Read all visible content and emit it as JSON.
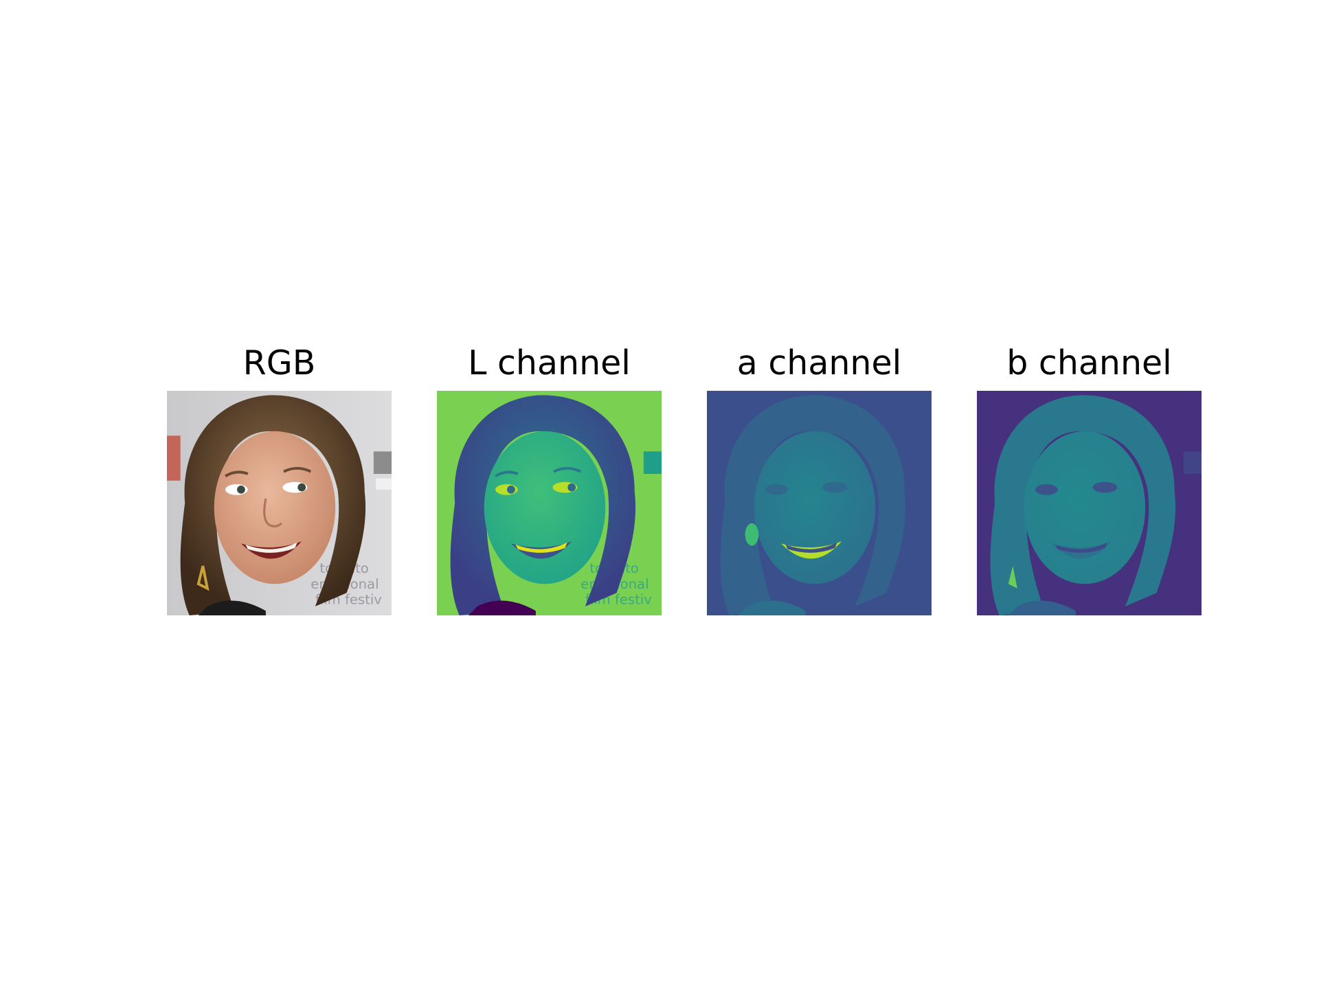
{
  "figure": {
    "panels": [
      {
        "title": "RGB",
        "image": "rgb-portrait",
        "colormap": "rgb"
      },
      {
        "title": "L channel",
        "image": "lightness-channel-portrait",
        "colormap": "viridis"
      },
      {
        "title": "a channel",
        "image": "a-chroma-channel-portrait",
        "colormap": "viridis"
      },
      {
        "title": "b channel",
        "image": "b-chroma-channel-portrait",
        "colormap": "viridis"
      }
    ],
    "palette": {
      "background": "#ffffff",
      "title_text": "#000000",
      "viridis_dark": "#440154",
      "viridis_blue": "#3b528b",
      "viridis_teal": "#21918c",
      "viridis_green": "#5ec962",
      "viridis_yellow": "#fde725"
    }
  }
}
